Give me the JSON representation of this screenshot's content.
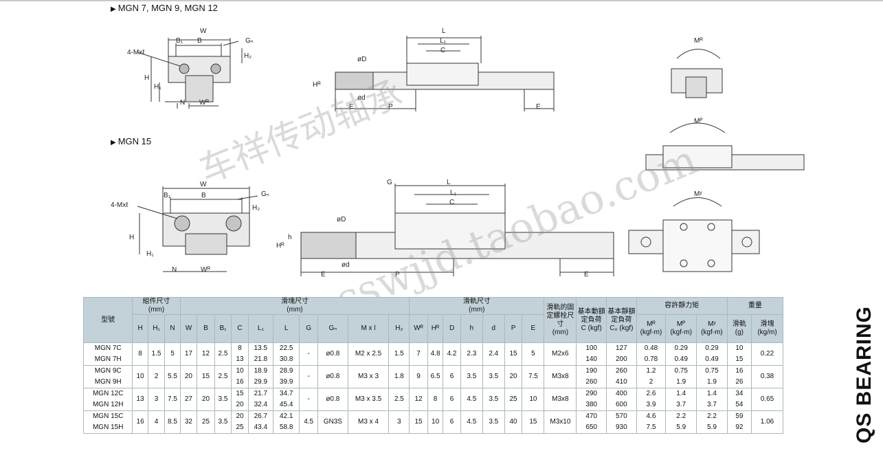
{
  "sections": [
    {
      "title": "MGN 7, MGN 9, MGN 12"
    },
    {
      "title": "MGN 15"
    }
  ],
  "drawing_labels": {
    "W": "W",
    "B": "B",
    "B1": "B₁",
    "Gn": "Gₙ",
    "mxl": "4-Mxℓ",
    "H": "H",
    "H1": "H₁",
    "H2": "H₂",
    "N": "N",
    "WR": "Wᴿ",
    "HR": "Hᴿ",
    "L": "L",
    "L1": "L₁",
    "C": "C",
    "D": "øD",
    "d": "ød",
    "h": "h",
    "E": "E",
    "P": "P",
    "G": "G",
    "MR": "Mᴿ",
    "MP": "Mᴾ",
    "MY": "Mʸ"
  },
  "watermark": {
    "line1": "车祥传动轴承",
    "line2": "cswjjd.taobao.com"
  },
  "side_label": "QS BEARING",
  "table": {
    "headers": {
      "model": "型號",
      "assembly": "組件尺寸",
      "slider": "滑塊尺寸",
      "rail": "滑軌尺寸",
      "unit_mm": "(mm)",
      "bolt": "滑軌的固定螺栓尺寸",
      "bolt_unit": "(mm)",
      "dyn": "基本動額定負荷",
      "dyn_unit": "C (kgf)",
      "stat": "基本靜額定負荷",
      "stat_unit": "C₀ (kgf)",
      "moment": "容許靜力矩",
      "weight": "重量",
      "mr": "Mᴿ",
      "mp": "Mᴾ",
      "my": "Mʸ",
      "kgfm": "(kgf-m)",
      "w_rail": "滑軌",
      "w_rail_unit": "(g)",
      "w_block": "滑塊",
      "w_block_unit": "(kg/m)",
      "sub": [
        "H",
        "H₁",
        "N",
        "W",
        "B",
        "B₁",
        "C",
        "L₁",
        "L",
        "G",
        "Gₙ",
        "M x l",
        "H₂",
        "Wᴿ",
        "Hᴿ",
        "D",
        "h",
        "d",
        "P",
        "E"
      ]
    },
    "rows": [
      {
        "m1": "MGN 7C",
        "m2": "MGN 7H",
        "H": "8",
        "H1": "1.5",
        "N": "5",
        "W": "17",
        "B": "12",
        "B1": "2.5",
        "C1": "8",
        "C2": "13",
        "L1a": "13.5",
        "L1b": "21.8",
        "La": "22.5",
        "Lb": "30.8",
        "G": "-",
        "Gn": "ø0.8",
        "Mxl": "M2 x 2.5",
        "H2": "1.5",
        "WR": "7",
        "HR": "4.8",
        "D": "4.2",
        "h": "2.3",
        "d": "2.4",
        "P": "15",
        "E": "5",
        "bolt": "M2x6",
        "Ca": "100",
        "Cb": "140",
        "C0a": "127",
        "C0b": "200",
        "MRa": "0.48",
        "MRb": "0.78",
        "MPa": "0.29",
        "MPb": "0.49",
        "MYa": "0.29",
        "MYb": "0.49",
        "wa": "10",
        "wb": "15",
        "wr": "0.22"
      },
      {
        "m1": "MGN 9C",
        "m2": "MGN 9H",
        "H": "10",
        "H1": "2",
        "N": "5.5",
        "W": "20",
        "B": "15",
        "B1": "2.5",
        "C1": "10",
        "C2": "16",
        "L1a": "18.9",
        "L1b": "29.9",
        "La": "28.9",
        "Lb": "39.9",
        "G": "-",
        "Gn": "ø0.8",
        "Mxl": "M3 x 3",
        "H2": "1.8",
        "WR": "9",
        "HR": "6.5",
        "D": "6",
        "h": "3.5",
        "d": "3.5",
        "P": "20",
        "E": "7.5",
        "bolt": "M3x8",
        "Ca": "190",
        "Cb": "260",
        "C0a": "260",
        "C0b": "410",
        "MRa": "1.2",
        "MRb": "2",
        "MPa": "0.75",
        "MPb": "1.9",
        "MYa": "0.75",
        "MYb": "1.9",
        "wa": "16",
        "wb": "26",
        "wr": "0.38"
      },
      {
        "m1": "MGN 12C",
        "m2": "MGN 12H",
        "H": "13",
        "H1": "3",
        "N": "7.5",
        "W": "27",
        "B": "20",
        "B1": "3.5",
        "C1": "15",
        "C2": "20",
        "L1a": "21.7",
        "L1b": "32.4",
        "La": "34.7",
        "Lb": "45.4",
        "G": "-",
        "Gn": "ø0.8",
        "Mxl": "M3 x 3.5",
        "H2": "2.5",
        "WR": "12",
        "HR": "8",
        "D": "6",
        "h": "4.5",
        "d": "3.5",
        "P": "25",
        "E": "10",
        "bolt": "M3x8",
        "Ca": "290",
        "Cb": "380",
        "C0a": "400",
        "C0b": "600",
        "MRa": "2.6",
        "MRb": "3.9",
        "MPa": "1.4",
        "MPb": "3.7",
        "MYa": "1.4",
        "MYb": "3.7",
        "wa": "34",
        "wb": "54",
        "wr": "0.65"
      },
      {
        "m1": "MGN 15C",
        "m2": "MGN 15H",
        "H": "16",
        "H1": "4",
        "N": "8.5",
        "W": "32",
        "B": "25",
        "B1": "3.5",
        "C1": "20",
        "C2": "25",
        "L1a": "26.7",
        "L1b": "43.4",
        "La": "42.1",
        "Lb": "58.8",
        "G": "4.5",
        "Gn": "GN3S",
        "Mxl": "M3 x 4",
        "H2": "3",
        "WR": "15",
        "HR": "10",
        "D": "6",
        "h": "4.5",
        "d": "3.5",
        "P": "40",
        "E": "15",
        "bolt": "M3x10",
        "Ca": "470",
        "Cb": "650",
        "C0a": "570",
        "C0b": "930",
        "MRa": "4.6",
        "MRb": "7.5",
        "MPa": "2.2",
        "MPb": "5.9",
        "MYa": "2.2",
        "MYb": "5.9",
        "wa": "59",
        "wb": "92",
        "wr": "1.06"
      }
    ]
  }
}
